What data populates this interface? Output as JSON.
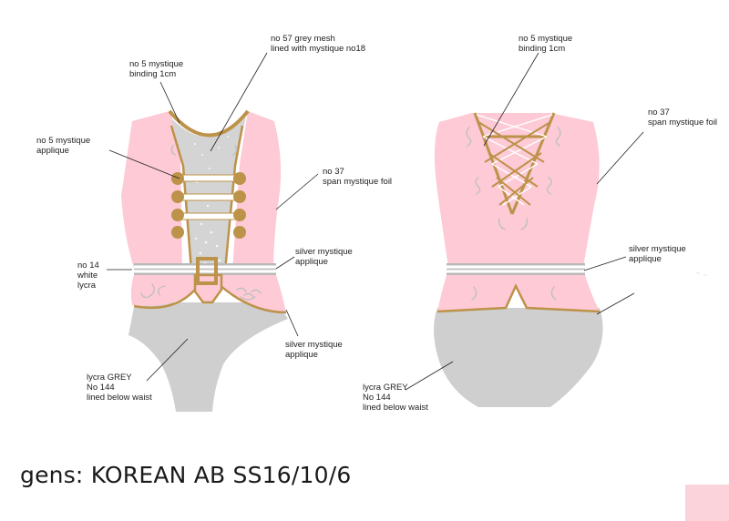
{
  "title": "gens: KOREAN AB SS16/10/6",
  "colors": {
    "pink": "#fdcad6",
    "grey": "#cfcfcf",
    "mesh": "#d4d4d4",
    "gold": "#bd9249",
    "silver": "#b9b9b9",
    "white": "#ffffff"
  },
  "front_labels": {
    "grey_mesh": "no 57 grey mesh\nlined with mystique no18",
    "binding": "no 5 mystique\nbinding 1cm",
    "applique": "no 5 mystique\napplique",
    "foil": "no 37\nspan mystique foil",
    "silver_applique_waist": "silver mystique\napplique",
    "white_lycra": "no 14\nwhite\nlycra",
    "silver_applique_hip": "silver mystique\napplique",
    "lycra_grey": "lycra GREY\nNo 144\nlined below waist"
  },
  "back_labels": {
    "binding": "no 5 mystique\nbinding 1cm",
    "foil": "no 37\nspan mystique foil",
    "silver_applique": "silver mystique\napplique",
    "lycra_grey": "lycra GREY\nNo 144\nlined below waist"
  }
}
